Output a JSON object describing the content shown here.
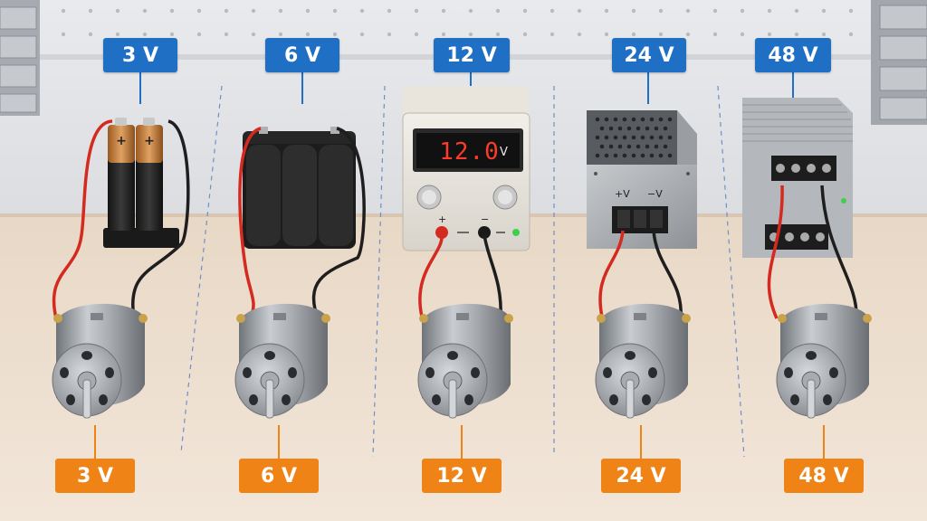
{
  "columns": [
    {
      "top_label": "3 V",
      "source": "battery-holder-2xAA",
      "bottom_label": "3 V"
    },
    {
      "top_label": "6 V",
      "source": "battery-pack",
      "bottom_label": "6 V"
    },
    {
      "top_label": "12 V",
      "source": "bench-power-supply",
      "bottom_label": "12 V"
    },
    {
      "top_label": "24 V",
      "source": "switching-power-supply",
      "bottom_label": "24 V"
    },
    {
      "top_label": "48 V",
      "source": "din-rail-power-supply",
      "bottom_label": "48 V"
    }
  ],
  "bench_supply": {
    "display": "12.0",
    "unit": "V",
    "pos": "+",
    "neg": "−"
  },
  "psu24": {
    "pos": "+V",
    "neg": "−V"
  },
  "colors": {
    "top_label": "#1f6fc4",
    "bottom_label": "#f08316",
    "wire_pos": "#d42a20",
    "wire_neg": "#1e1e1e"
  }
}
